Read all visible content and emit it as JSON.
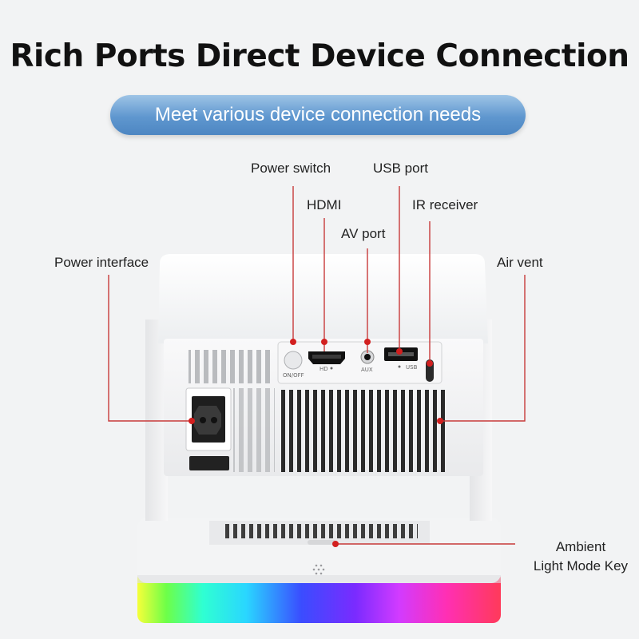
{
  "title": "Rich Ports Direct Device Connection",
  "subtitle": "Meet various device connection needs",
  "callouts": {
    "power_switch": "Power switch",
    "usb_port": "USB port",
    "hdmi": "HDMI",
    "ir_receiver": "IR receiver",
    "av_port": "AV port",
    "power_interface": "Power interface",
    "air_vent": "Air vent",
    "ambient_line1": "Ambient",
    "ambient_line2": "Light Mode Key"
  },
  "port_marks": {
    "on_off": "ON/OFF",
    "hd": "HD",
    "aux": "AUX",
    "usb": "USB"
  },
  "colors": {
    "callout_line": "#c83a3a",
    "callout_dot": "#d21f1f",
    "pill_top": "#9ec4e6",
    "pill_bottom": "#4d86c2"
  }
}
